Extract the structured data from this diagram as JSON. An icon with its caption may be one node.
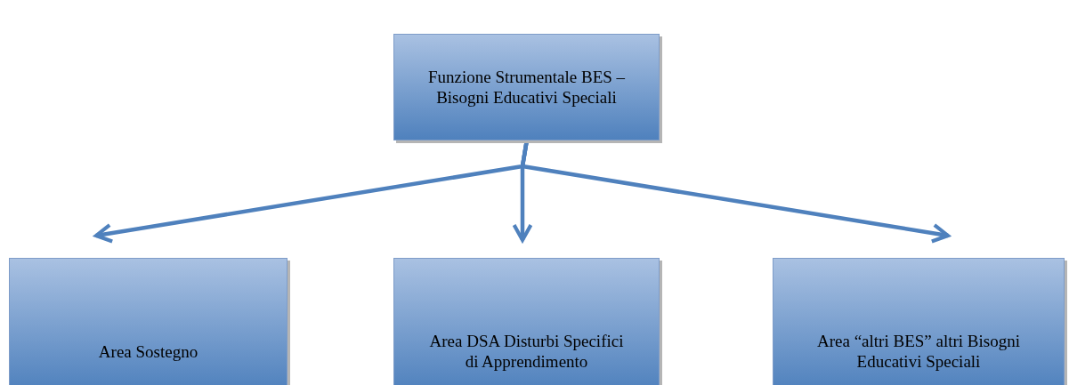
{
  "diagram": {
    "nodes": [
      {
        "text": [
          "Funzione Strumentale BES – Bisogni Educativi Speciali"
        ]
      },
      {
        "text": [
          "Area Sostegno"
        ]
      },
      {
        "text": [
          "Area DSA Disturbi Specifici di Apprendimento"
        ]
      },
      {
        "text": [
          "Area “altri BES” altri Bisogni Educativi Speciali"
        ]
      }
    ],
    "edges": [
      {
        "from": 0,
        "to": 1,
        "arrow": "to"
      },
      {
        "from": 0,
        "to": 2,
        "arrow": "to"
      },
      {
        "from": 0,
        "to": 3,
        "arrow": "to"
      }
    ]
  }
}
